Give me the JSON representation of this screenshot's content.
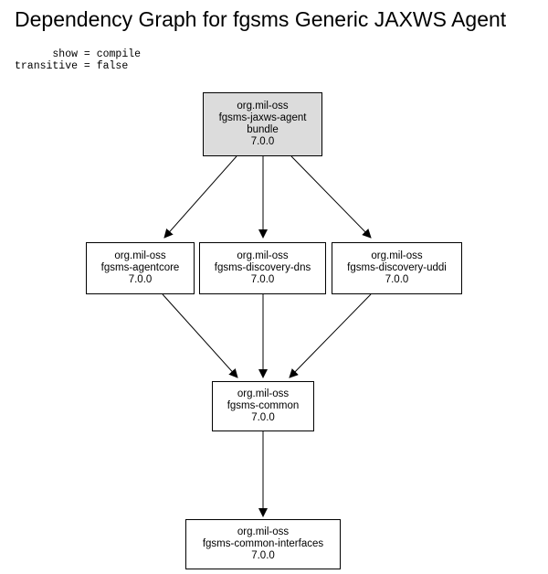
{
  "title": "Dependency Graph for fgsms Generic JAXWS Agent",
  "legend": {
    "show_line": "      show = compile",
    "transitive_line": "transitive = false"
  },
  "colors": {
    "root_fill": "#dcdcdc",
    "node_fill": "#ffffff",
    "edge": "#000000"
  },
  "nodes": {
    "root": {
      "group": "org.mil-oss",
      "artifact": "fgsms-jaxws-agent",
      "type": "bundle",
      "version": "7.0.0"
    },
    "agentcore": {
      "group": "org.mil-oss",
      "artifact": "fgsms-agentcore",
      "version": "7.0.0"
    },
    "discovery_dns": {
      "group": "org.mil-oss",
      "artifact": "fgsms-discovery-dns",
      "version": "7.0.0"
    },
    "discovery_uddi": {
      "group": "org.mil-oss",
      "artifact": "fgsms-discovery-uddi",
      "version": "7.0.0"
    },
    "common": {
      "group": "org.mil-oss",
      "artifact": "fgsms-common",
      "version": "7.0.0"
    },
    "common_interfaces": {
      "group": "org.mil-oss",
      "artifact": "fgsms-common-interfaces",
      "version": "7.0.0"
    }
  }
}
